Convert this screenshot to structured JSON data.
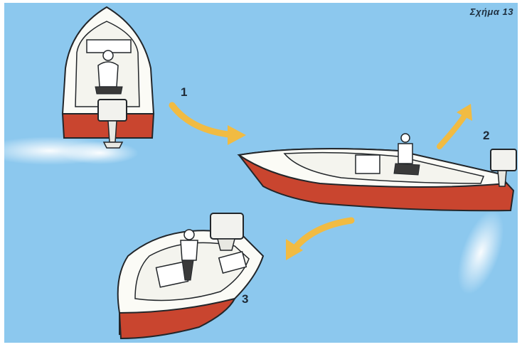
{
  "figure": {
    "label": "Σχήμα 13"
  },
  "steps": [
    {
      "number": "1"
    },
    {
      "number": "2"
    },
    {
      "number": "3"
    }
  ],
  "colors": {
    "water": "#8cc8ee",
    "hull_red": "#c9452f",
    "hull_white": "#fbfbf6",
    "arrow_yellow": "#f1bb42",
    "outline": "#22262a"
  }
}
